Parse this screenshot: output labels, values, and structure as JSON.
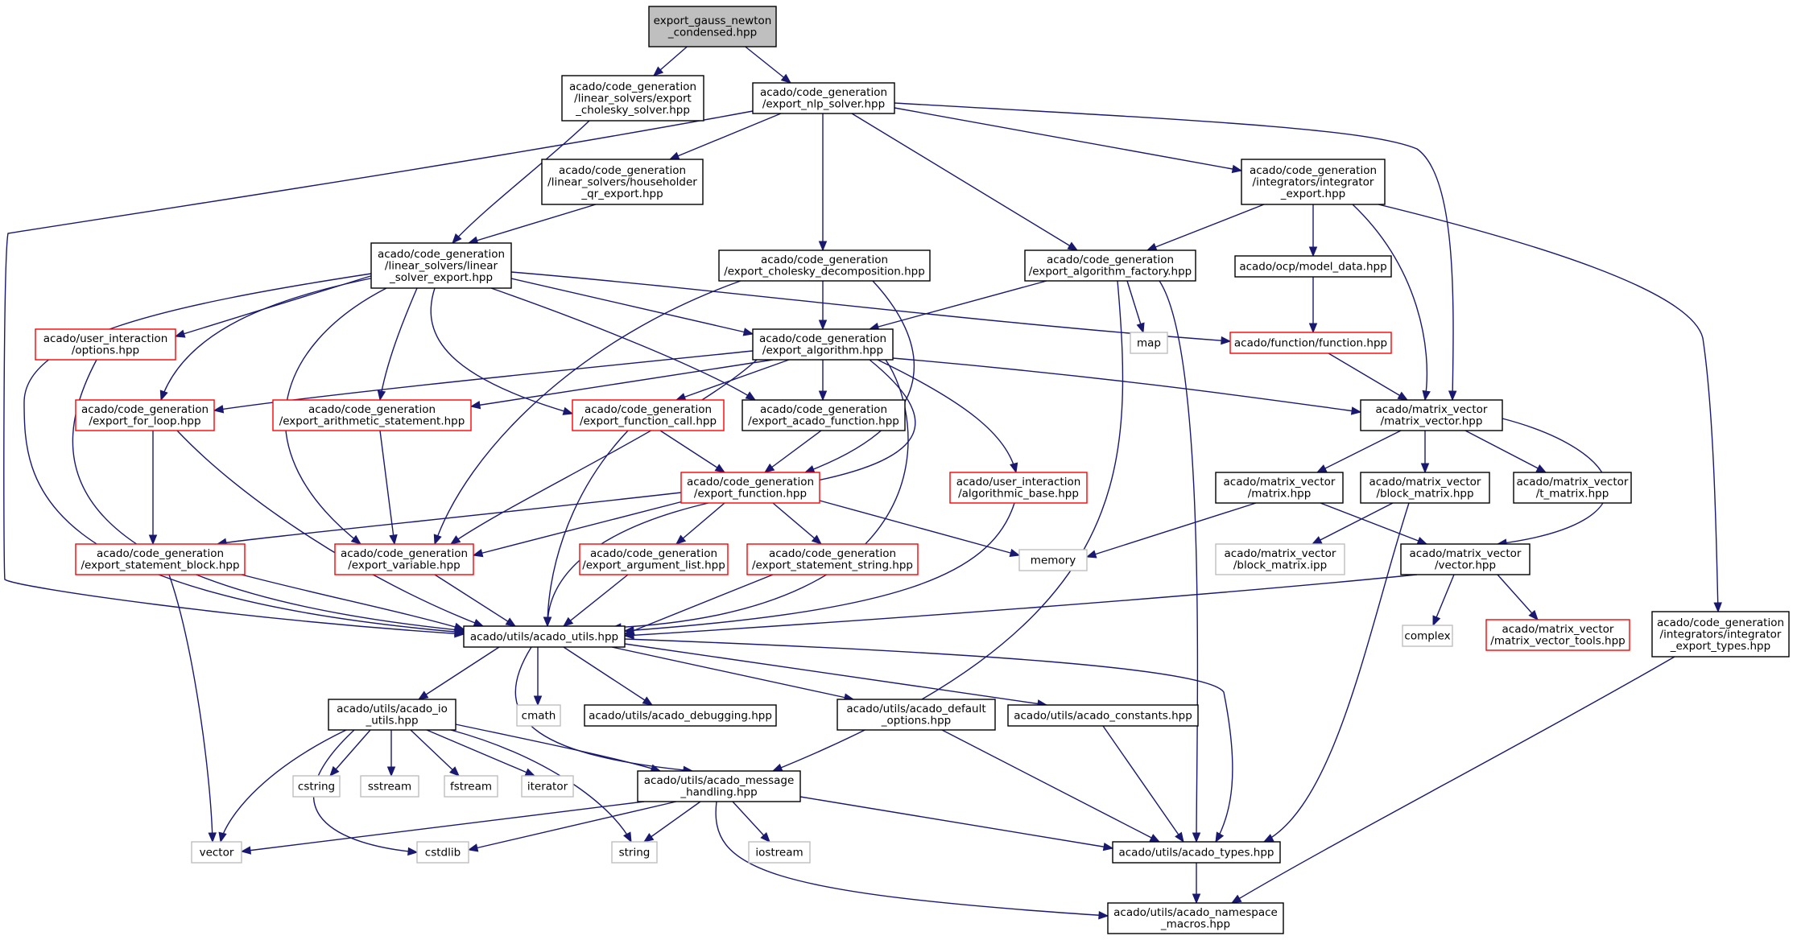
{
  "colors": {
    "edge": "#191970",
    "normal_border": "#000000",
    "incomplete_border": "#ff0000",
    "external_border": "#bfbfbf",
    "root_fill": "#bfbfbf",
    "node_fill": "#ffffff",
    "text": "#000000"
  },
  "nodes": [
    {
      "id": "root",
      "style": "root",
      "lines": [
        "export_gauss_newton",
        "_condensed.hpp"
      ]
    },
    {
      "id": "cholesky_solver",
      "style": "normal",
      "lines": [
        "acado/code_generation",
        "/linear_solvers/export",
        "_cholesky_solver.hpp"
      ]
    },
    {
      "id": "nlp_solver",
      "style": "normal",
      "lines": [
        "acado/code_generation",
        "/export_nlp_solver.hpp"
      ]
    },
    {
      "id": "householder",
      "style": "normal",
      "lines": [
        "acado/code_generation",
        "/linear_solvers/householder",
        "_qr_export.hpp"
      ]
    },
    {
      "id": "integrator_export",
      "style": "normal",
      "lines": [
        "acado/code_generation",
        "/integrators/integrator",
        "_export.hpp"
      ]
    },
    {
      "id": "linear_solver",
      "style": "normal",
      "lines": [
        "acado/code_generation",
        "/linear_solvers/linear",
        "_solver_export.hpp"
      ]
    },
    {
      "id": "chol_decomp",
      "style": "normal",
      "lines": [
        "acado/code_generation",
        "/export_cholesky_decomposition.hpp"
      ]
    },
    {
      "id": "algo_factory",
      "style": "normal",
      "lines": [
        "acado/code_generation",
        "/export_algorithm_factory.hpp"
      ]
    },
    {
      "id": "model_data",
      "style": "normal",
      "lines": [
        "acado/ocp/model_data.hpp"
      ]
    },
    {
      "id": "options",
      "style": "incomplete",
      "lines": [
        "acado/user_interaction",
        "/options.hpp"
      ]
    },
    {
      "id": "export_algorithm",
      "style": "normal",
      "lines": [
        "acado/code_generation",
        "/export_algorithm.hpp"
      ]
    },
    {
      "id": "map",
      "style": "external",
      "lines": [
        "map"
      ]
    },
    {
      "id": "function",
      "style": "incomplete",
      "lines": [
        "acado/function/function.hpp"
      ]
    },
    {
      "id": "for_loop",
      "style": "incomplete",
      "lines": [
        "acado/code_generation",
        "/export_for_loop.hpp"
      ]
    },
    {
      "id": "arith_stmt",
      "style": "incomplete",
      "lines": [
        "acado/code_generation",
        "/export_arithmetic_statement.hpp"
      ]
    },
    {
      "id": "func_call",
      "style": "incomplete",
      "lines": [
        "acado/code_generation",
        "/export_function_call.hpp"
      ]
    },
    {
      "id": "acado_function",
      "style": "normal",
      "lines": [
        "acado/code_generation",
        "/export_acado_function.hpp"
      ]
    },
    {
      "id": "matrix_vector",
      "style": "normal",
      "lines": [
        "acado/matrix_vector",
        "/matrix_vector.hpp"
      ]
    },
    {
      "id": "export_function",
      "style": "incomplete",
      "lines": [
        "acado/code_generation",
        "/export_function.hpp"
      ]
    },
    {
      "id": "algorithmic_base",
      "style": "incomplete",
      "lines": [
        "acado/user_interaction",
        "/algorithmic_base.hpp"
      ]
    },
    {
      "id": "matrix",
      "style": "normal",
      "lines": [
        "acado/matrix_vector",
        "/matrix.hpp"
      ]
    },
    {
      "id": "block_matrix",
      "style": "normal",
      "lines": [
        "acado/matrix_vector",
        "/block_matrix.hpp"
      ]
    },
    {
      "id": "t_matrix",
      "style": "normal",
      "lines": [
        "acado/matrix_vector",
        "/t_matrix.hpp"
      ]
    },
    {
      "id": "stmt_block",
      "style": "incomplete",
      "lines": [
        "acado/code_generation",
        "/export_statement_block.hpp"
      ]
    },
    {
      "id": "export_variable",
      "style": "incomplete",
      "lines": [
        "acado/code_generation",
        "/export_variable.hpp"
      ]
    },
    {
      "id": "arg_list",
      "style": "incomplete",
      "lines": [
        "acado/code_generation",
        "/export_argument_list.hpp"
      ]
    },
    {
      "id": "stmt_string",
      "style": "incomplete",
      "lines": [
        "acado/code_generation",
        "/export_statement_string.hpp"
      ]
    },
    {
      "id": "memory",
      "style": "external",
      "lines": [
        "memory"
      ]
    },
    {
      "id": "block_matrix_ipp",
      "style": "external",
      "lines": [
        "acado/matrix_vector",
        "/block_matrix.ipp"
      ]
    },
    {
      "id": "vector_hpp",
      "style": "normal",
      "lines": [
        "acado/matrix_vector",
        "/vector.hpp"
      ]
    },
    {
      "id": "acado_utils",
      "style": "normal",
      "lines": [
        "acado/utils/acado_utils.hpp"
      ]
    },
    {
      "id": "complex",
      "style": "external",
      "lines": [
        "complex"
      ]
    },
    {
      "id": "mv_tools",
      "style": "incomplete",
      "lines": [
        "acado/matrix_vector",
        "/matrix_vector_tools.hpp"
      ]
    },
    {
      "id": "integrator_types",
      "style": "normal",
      "lines": [
        "acado/code_generation",
        "/integrators/integrator",
        "_export_types.hpp"
      ]
    },
    {
      "id": "io_utils",
      "style": "normal",
      "lines": [
        "acado/utils/acado_io",
        "_utils.hpp"
      ]
    },
    {
      "id": "cmath",
      "style": "external",
      "lines": [
        "cmath"
      ]
    },
    {
      "id": "debugging",
      "style": "normal",
      "lines": [
        "acado/utils/acado_debugging.hpp"
      ]
    },
    {
      "id": "default_options",
      "style": "normal",
      "lines": [
        "acado/utils/acado_default",
        "_options.hpp"
      ]
    },
    {
      "id": "constants",
      "style": "normal",
      "lines": [
        "acado/utils/acado_constants.hpp"
      ]
    },
    {
      "id": "cstring",
      "style": "external",
      "lines": [
        "cstring"
      ]
    },
    {
      "id": "sstream",
      "style": "external",
      "lines": [
        "sstream"
      ]
    },
    {
      "id": "fstream",
      "style": "external",
      "lines": [
        "fstream"
      ]
    },
    {
      "id": "iterator",
      "style": "external",
      "lines": [
        "iterator"
      ]
    },
    {
      "id": "message_handling",
      "style": "normal",
      "lines": [
        "acado/utils/acado_message",
        "_handling.hpp"
      ]
    },
    {
      "id": "vector_std",
      "style": "external",
      "lines": [
        "vector"
      ]
    },
    {
      "id": "cstdlib",
      "style": "external",
      "lines": [
        "cstdlib"
      ]
    },
    {
      "id": "string",
      "style": "external",
      "lines": [
        "string"
      ]
    },
    {
      "id": "iostream",
      "style": "external",
      "lines": [
        "iostream"
      ]
    },
    {
      "id": "acado_types",
      "style": "normal",
      "lines": [
        "acado/utils/acado_types.hpp"
      ]
    },
    {
      "id": "namespace_macros",
      "style": "normal",
      "lines": [
        "acado/utils/acado_namespace",
        "_macros.hpp"
      ]
    }
  ]
}
